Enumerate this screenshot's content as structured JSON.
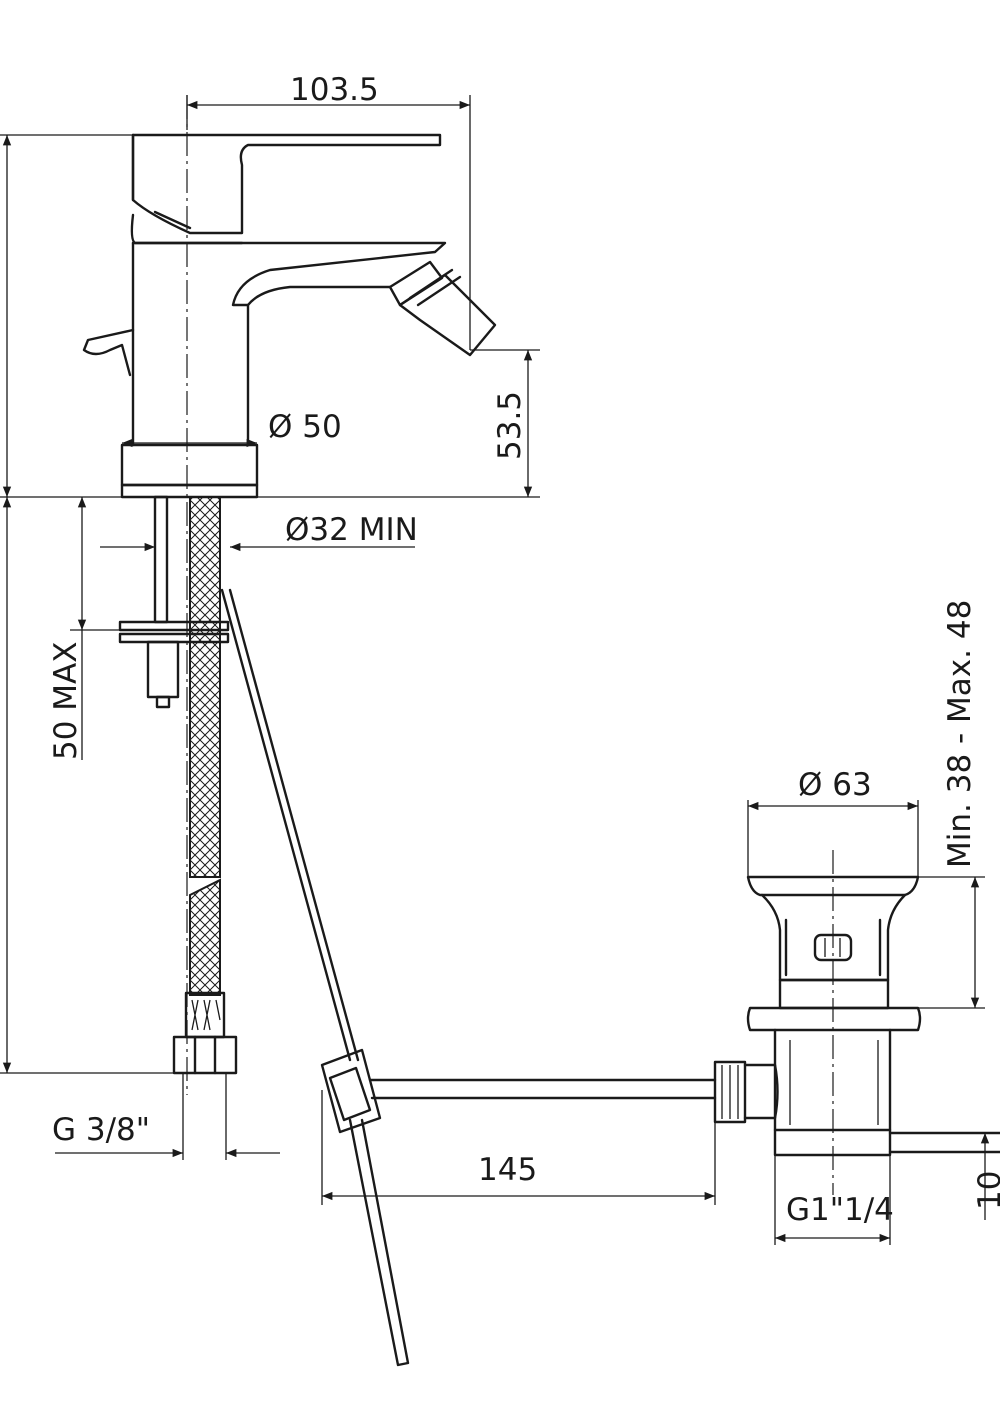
{
  "dimensions": {
    "spout_reach": "103.5",
    "base_diameter": "Ø 50",
    "spout_height": "53.5",
    "hole_diameter": "Ø32 MIN",
    "max_deck": "50 MAX",
    "connector_thread": "G 3/8\"",
    "waste_diameter": "Ø 63",
    "deck_range": "Min. 38 - Max. 48",
    "rod_length": "145",
    "waste_thread": "G1\"1/4",
    "right_partial": "10"
  },
  "colors": {
    "line": "#1a1a1a",
    "background": "#ffffff"
  }
}
